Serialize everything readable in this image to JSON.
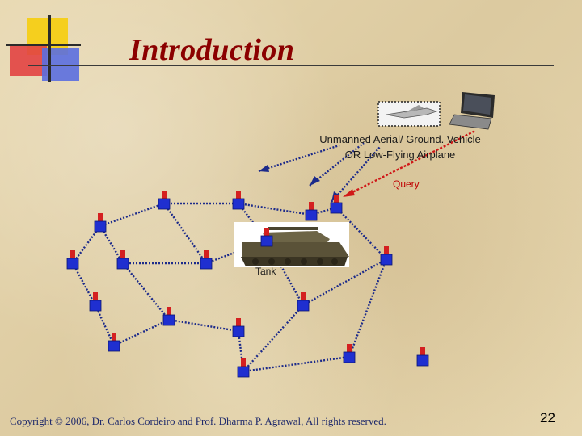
{
  "slide": {
    "title": "Introduction",
    "uav_label_line1": "Unmanned Aerial/ Ground. Vehicle",
    "uav_label_line2": "OR Low-Flying Airplane",
    "query_label": "Query",
    "tank_label": "Tank",
    "footer": "Copyright © 2006, Dr. Carlos Cordeiro and Prof. Dharma P. Agrawal,  All rights reserved.",
    "page_number": "22"
  },
  "colors": {
    "title": "#8b0000",
    "node": "#1f2fd0",
    "antenna": "#d42020",
    "link": "#1c2a8a",
    "query_arrow": "#d01818",
    "footer_text": "#1f2a6b"
  },
  "icons": [
    "uav-icon",
    "laptop-icon",
    "tank-icon",
    "sensor-node-icon"
  ]
}
